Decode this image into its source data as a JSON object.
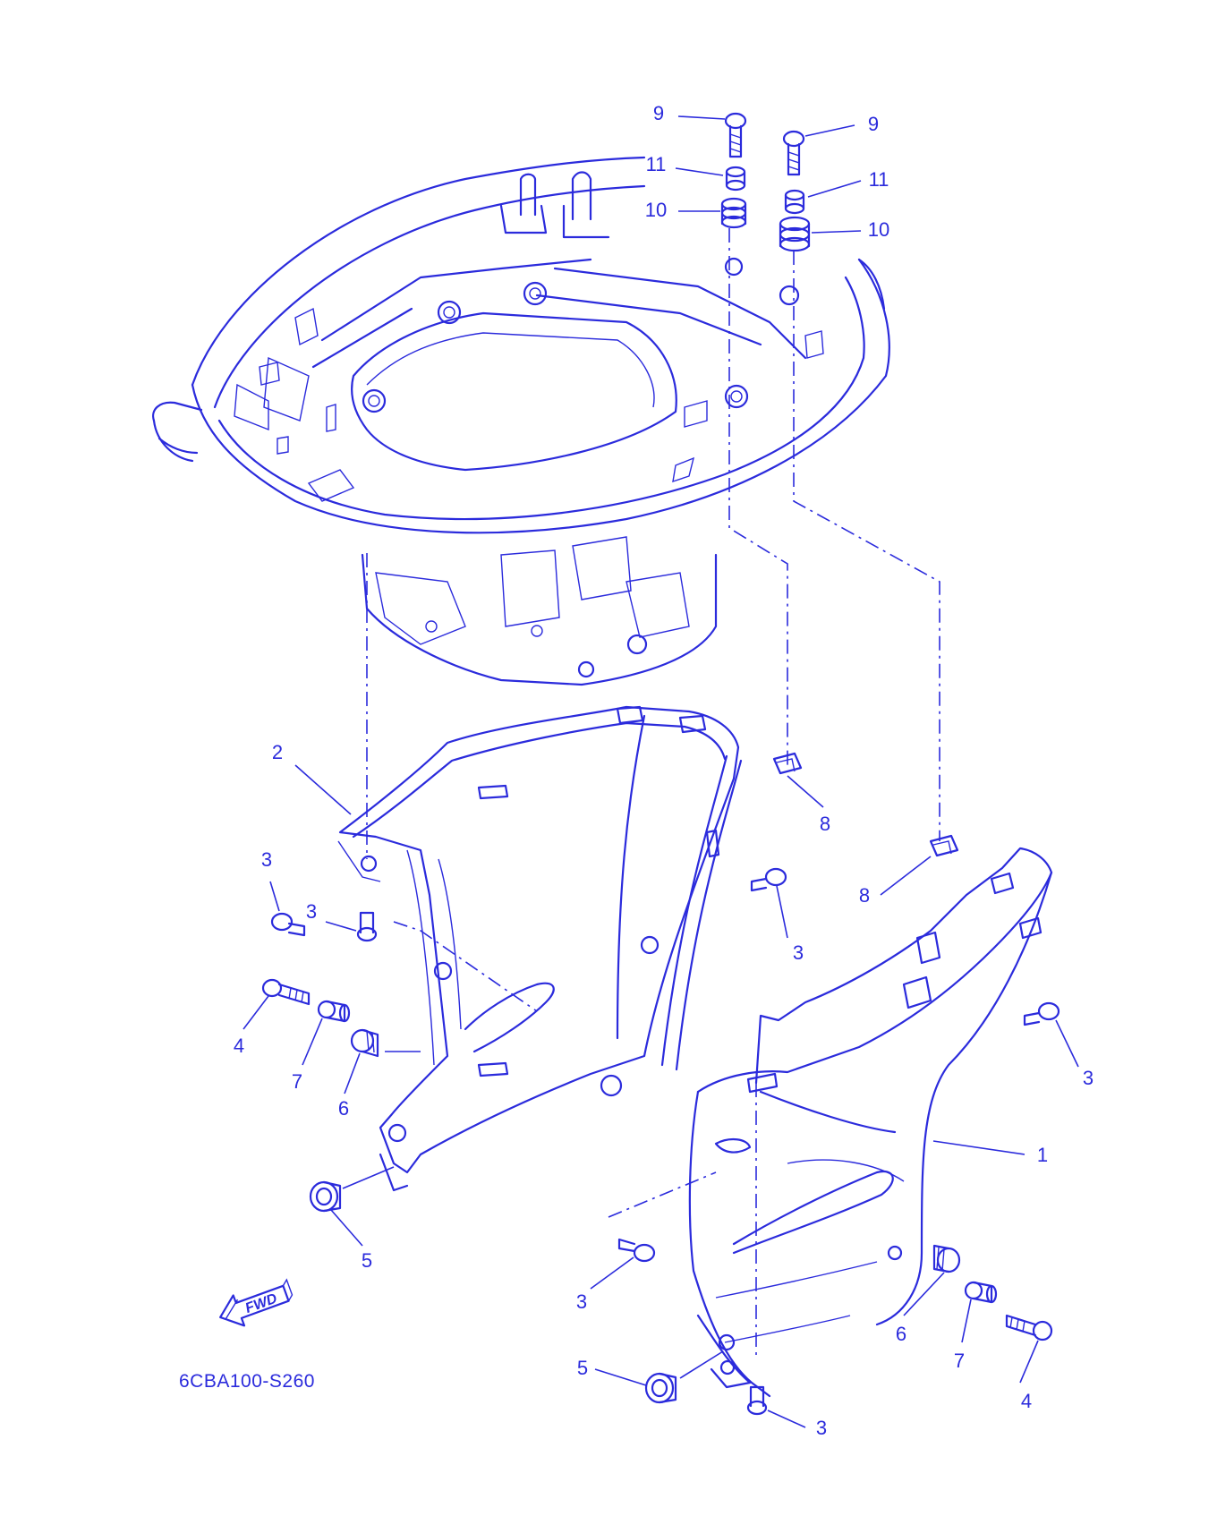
{
  "diagram": {
    "line_color": "#2b2bdc",
    "background": "#ffffff",
    "drawing_code": "6CBA100-S260",
    "fwd_label": "FWD",
    "callouts": [
      {
        "id": "c1",
        "label": "1"
      },
      {
        "id": "c2",
        "label": "2"
      },
      {
        "id": "c3a",
        "label": "3"
      },
      {
        "id": "c3b",
        "label": "3"
      },
      {
        "id": "c3c",
        "label": "3"
      },
      {
        "id": "c3d",
        "label": "3"
      },
      {
        "id": "c3e",
        "label": "3"
      },
      {
        "id": "c3f",
        "label": "3"
      },
      {
        "id": "c4a",
        "label": "4"
      },
      {
        "id": "c4b",
        "label": "4"
      },
      {
        "id": "c5a",
        "label": "5"
      },
      {
        "id": "c5b",
        "label": "5"
      },
      {
        "id": "c6a",
        "label": "6"
      },
      {
        "id": "c6b",
        "label": "6"
      },
      {
        "id": "c7a",
        "label": "7"
      },
      {
        "id": "c7b",
        "label": "7"
      },
      {
        "id": "c8a",
        "label": "8"
      },
      {
        "id": "c8b",
        "label": "8"
      },
      {
        "id": "c9a",
        "label": "9"
      },
      {
        "id": "c9b",
        "label": "9"
      },
      {
        "id": "c10a",
        "label": "10"
      },
      {
        "id": "c10b",
        "label": "10"
      },
      {
        "id": "c11a",
        "label": "11"
      },
      {
        "id": "c11b",
        "label": "11"
      }
    ]
  }
}
